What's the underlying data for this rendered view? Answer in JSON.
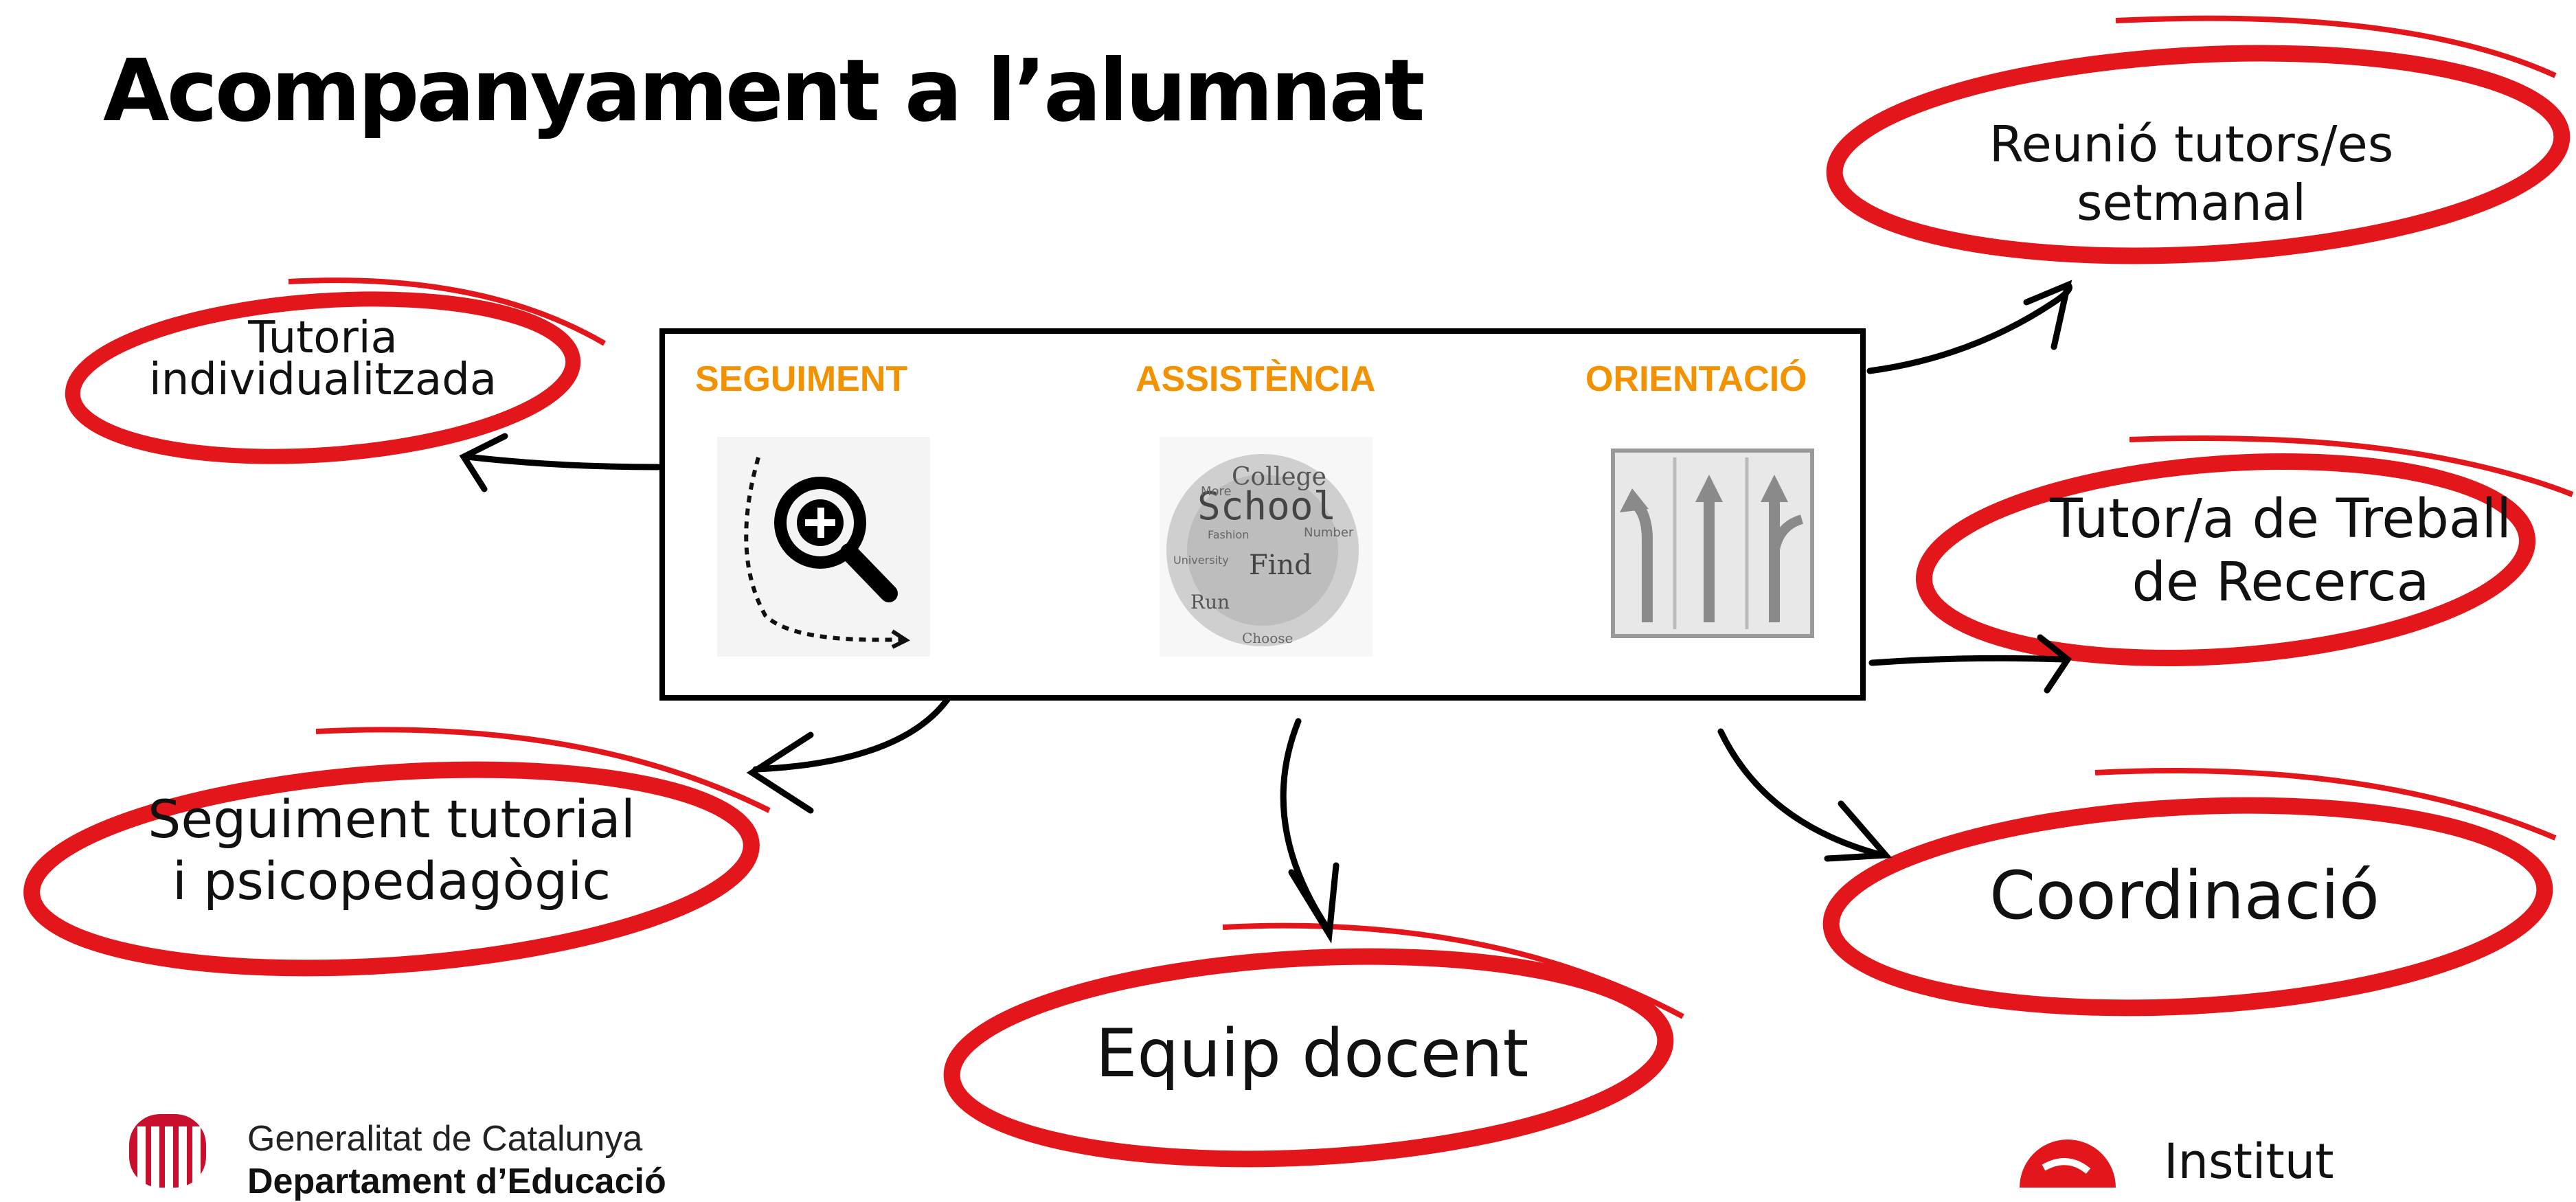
{
  "title": "Acompanyament a l’alumnat",
  "categories": [
    {
      "label": "SEGUIMENT",
      "icon": "magnifier-plus-icon"
    },
    {
      "label": "ASSISTÈNCIA",
      "icon": "word-cloud-image",
      "cloud_words": [
        "College",
        "School",
        "Find",
        "Run",
        "Choose",
        "More",
        "Fashion",
        "Number",
        "University"
      ]
    },
    {
      "label": "ORIENTACIÓ",
      "icon": "road-sign-lanes-icon"
    }
  ],
  "nodes": {
    "tutoria": {
      "lines": [
        "Tutoria",
        "individualitzada"
      ]
    },
    "reunio": {
      "lines": [
        "Reunió tutors/es",
        "setmanal"
      ]
    },
    "treball": {
      "lines": [
        "Tutor/a de Treball",
        "de Recerca"
      ]
    },
    "seguiment": {
      "lines": [
        "Seguiment tutorial",
        "i psicopedagògic"
      ]
    },
    "equip": {
      "lines": [
        "Equip docent"
      ]
    },
    "coordinacio": {
      "lines": [
        "Coordinació"
      ]
    }
  },
  "footer": {
    "left_line1": "Generalitat de Catalunya",
    "left_line2": "Departament d’Educació",
    "right_text": "Institut"
  },
  "colors": {
    "accent_red": "#e3161b",
    "category_orange": "#f39200",
    "arrow": "#000000"
  }
}
